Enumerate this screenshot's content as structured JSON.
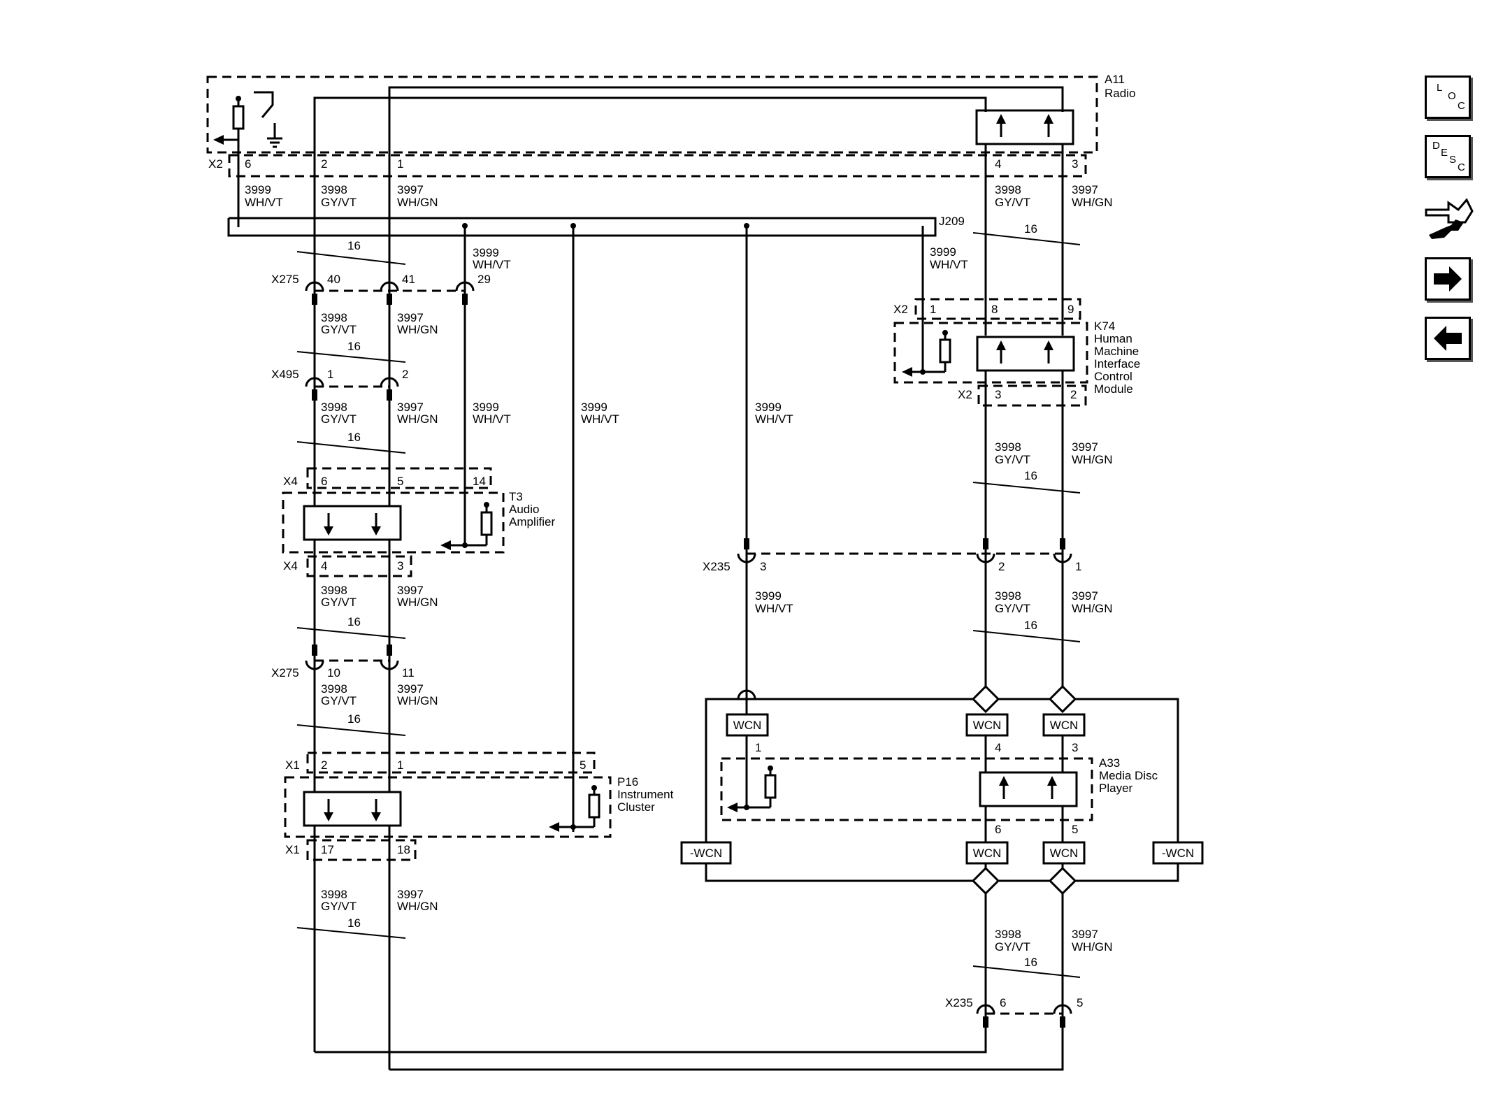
{
  "components": {
    "a11": {
      "ref": "A11",
      "name": "Radio"
    },
    "k74": {
      "ref": "K74",
      "line1": "Human",
      "line2": "Machine",
      "line3": "Interface",
      "line4": "Control",
      "line5": "Module"
    },
    "t3": {
      "ref": "T3",
      "line1": "Audio",
      "line2": "Amplifier"
    },
    "p16": {
      "ref": "P16",
      "line1": "Instrument",
      "line2": "Cluster"
    },
    "a33": {
      "ref": "A33",
      "line1": "Media Disc",
      "line2": "Player"
    }
  },
  "connectors": {
    "x2": "X2",
    "x275": "X275",
    "x495": "X495",
    "x4": "X4",
    "x1": "X1",
    "x235": "X235",
    "j209": "J209"
  },
  "pins": {
    "a11_x2_6": "6",
    "a11_x2_2": "2",
    "a11_x2_1": "1",
    "a11_x2_4": "4",
    "a11_x2_3": "3",
    "x275_40": "40",
    "x275_41": "41",
    "x275_29": "29",
    "x495_1": "1",
    "x495_2": "2",
    "t3_x4_6": "6",
    "t3_x4_5": "5",
    "t3_x4_14": "14",
    "t3_x4_4": "4",
    "t3_x4_3": "3",
    "x275_10": "10",
    "x275_11": "11",
    "p16_x1_2": "2",
    "p16_x1_1": "1",
    "p16_x1_5": "5",
    "p16_x1_17": "17",
    "p16_x1_18": "18",
    "k74_x2_1": "1",
    "k74_x2_8": "8",
    "k74_x2_9": "9",
    "k74_x2_3": "3",
    "k74_x2_2": "2",
    "x235_3": "3",
    "x235_2": "2",
    "x235_1": "1",
    "a33_1": "1",
    "a33_4": "4",
    "a33_3": "3",
    "a33_6": "6",
    "a33_5": "5",
    "x235_6": "6",
    "x235_5": "5"
  },
  "circuits": {
    "c3999": "3999",
    "c3998": "3998",
    "c3997": "3997",
    "wh_vt": "WH/VT",
    "gy_vt": "GY/VT",
    "wh_gn": "WH/GN",
    "gauge": "16"
  },
  "wcn": {
    "normal": "WCN",
    "negated": "-WCN"
  },
  "nav": {
    "loc": {
      "l": "L",
      "o": "O",
      "c": "C",
      "icon": "loc-icon"
    },
    "desc": {
      "d": "D",
      "e": "E",
      "s": "S",
      "c": "C",
      "icon": "desc-icon"
    },
    "tools_icon": "plug-wrench-icon",
    "next_icon": "arrow-right-icon",
    "prev_icon": "arrow-left-icon"
  }
}
